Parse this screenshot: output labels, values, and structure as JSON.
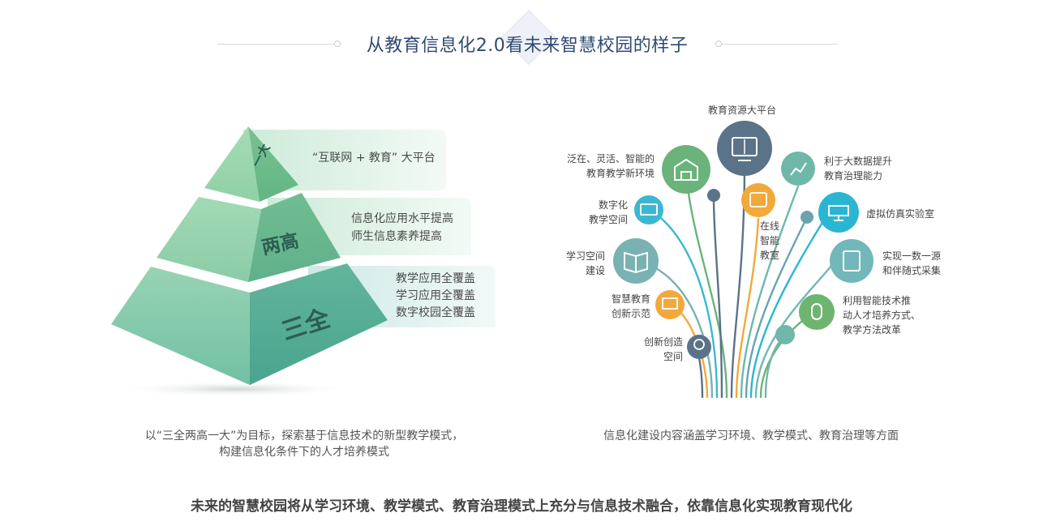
{
  "title": "从教育信息化2.0看未来智慧校园的样子",
  "pyramid": {
    "tiers": [
      {
        "label": "一大",
        "lines": [
          "“互联网 + 教育” 大平台"
        ]
      },
      {
        "label": "两高",
        "lines": [
          "信息化应用水平提高",
          "师生信息素养提高"
        ]
      },
      {
        "label": "三全",
        "lines": [
          "教学应用全覆盖",
          "学习应用全覆盖",
          "数字校园全覆盖"
        ]
      }
    ],
    "caption_line1": "以“三全两高一大”为目标，探索基于信息技术的新型教学模式，",
    "caption_line2": "构建信息化条件下的人才培养模式"
  },
  "tree": {
    "nodes": [
      {
        "label": "教育资源大平台",
        "icon": "book-screen-icon",
        "color": "#5a7388"
      },
      {
        "label": "泛在、灵活、智能的\n教育教学新环境",
        "icon": "school-building-icon",
        "color": "#6ab37b"
      },
      {
        "label": "利于大数据提升\n教育治理能力",
        "icon": "chart-icon",
        "color": "#6fb8a9"
      },
      {
        "label": "数字化\n教学空间",
        "icon": "monitor-icon",
        "color": "#3bb8d1"
      },
      {
        "label": "在线\n智能\n教室",
        "icon": "online-classroom-icon",
        "color": "#f2a93b"
      },
      {
        "label": "虚拟仿真实验室",
        "icon": "lab-computer-icon",
        "color": "#2ab6d3"
      },
      {
        "label": "学习空间\n建设",
        "icon": "open-book-icon",
        "color": "#7ab1b3"
      },
      {
        "label": "实现一数一源\n和伴随式采集",
        "icon": "data-collection-icon",
        "color": "#72b7b9"
      },
      {
        "label": "智慧教育\n创新示范",
        "icon": "presentation-icon",
        "color": "#f2a93b"
      },
      {
        "label": "利用智能技术推\n动人才培养方式、\n教学方法改革",
        "icon": "mouse-icon",
        "color": "#6db56f"
      },
      {
        "label": "创新创造\n空间",
        "icon": "lightbulb-icon",
        "color": "#5a7388"
      }
    ],
    "caption": "信息化建设内容涵盖学习环境、教学模式、教育治理等方面"
  },
  "footer": "未来的智慧校园将从学习环境、教学模式、教育治理模式上充分与信息技术融合，依靠信息化实现教育现代化"
}
